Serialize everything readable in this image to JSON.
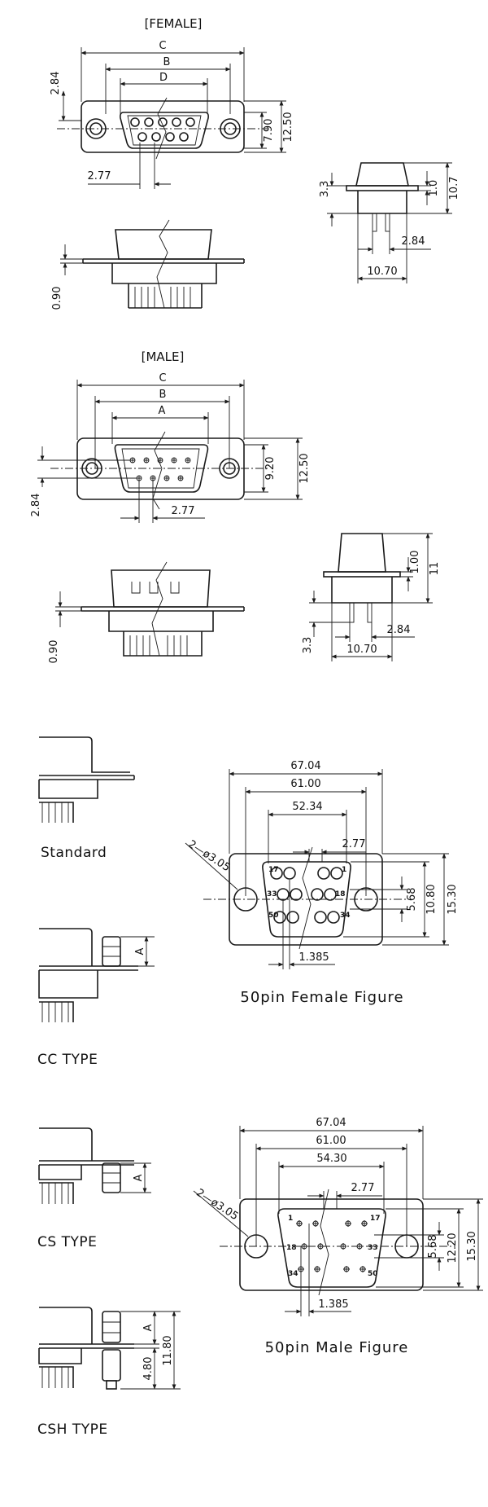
{
  "female": {
    "heading": "[FEMALE]",
    "dims": {
      "c": "C",
      "b": "B",
      "d": "D",
      "h1": "2.84",
      "w1": "7.90",
      "w2": "12.50",
      "p1": "2.77",
      "t1": "0.90",
      "s1": "3.3",
      "s2": "1.0",
      "s3": "10.7",
      "s4": "2.84",
      "s5": "10.70"
    }
  },
  "male": {
    "heading": "[MALE]",
    "dims": {
      "c": "C",
      "b": "B",
      "a": "A",
      "h1": "9.20",
      "h2": "12.50",
      "l1": "2.84",
      "p1": "2.77",
      "t1": "0.90",
      "s1": "1.00",
      "s2": "11",
      "s3": "2.84",
      "s4": "3.3",
      "s5": "10.70"
    }
  },
  "types": {
    "standard": "Standard",
    "cc": "CC TYPE",
    "cs": "CS TYPE",
    "csh": "CSH TYPE",
    "a": "A",
    "h1": "4.80",
    "h2": "11.80"
  },
  "fig50f": {
    "caption": "50pin  Female  Figure",
    "dims": {
      "d1": "67.04",
      "d2": "61.00",
      "d3": "52.34",
      "d4": "2.77",
      "hole": "2—ø3.05",
      "v1": "5.68",
      "v2": "10.80",
      "v3": "15.30",
      "b": "1.385"
    },
    "pins": {
      "p17": "17",
      "p1": "1",
      "p33": "33",
      "p18": "18",
      "p50": "50",
      "p34": "34"
    }
  },
  "fig50m": {
    "caption": "50pin  Male  Figure",
    "dims": {
      "d1": "67.04",
      "d2": "61.00",
      "d3": "54.30",
      "d4": "2.77",
      "hole": "2—ø3.05",
      "v1": "5.68",
      "v2": "12.20",
      "v3": "15.30",
      "b": "1.385"
    },
    "pins": {
      "p1": "1",
      "p17": "17",
      "p18": "18",
      "p33": "33",
      "p34": "34",
      "p50": "50"
    }
  }
}
